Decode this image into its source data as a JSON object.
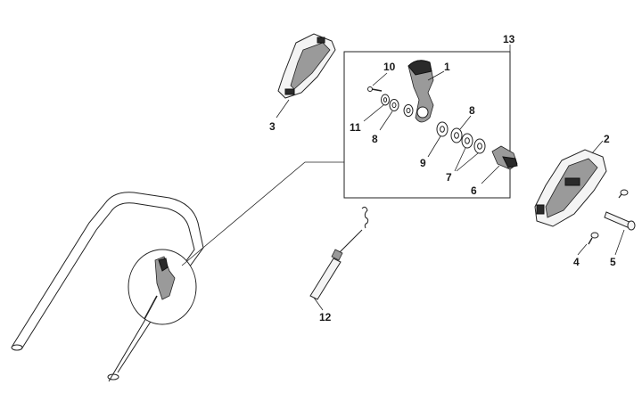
{
  "callouts": {
    "c1": "1",
    "c2": "2",
    "c3": "3",
    "c4": "4",
    "c5": "5",
    "c6": "6",
    "c7": "7",
    "c8a": "8",
    "c8b": "8",
    "c9": "9",
    "c10": "10",
    "c11": "11",
    "c12": "12",
    "c13": "13"
  },
  "colors": {
    "line": "#222222",
    "part_fill": "#f4f4f4",
    "dark_part": "#2a2a2a",
    "background": "#ffffff"
  }
}
